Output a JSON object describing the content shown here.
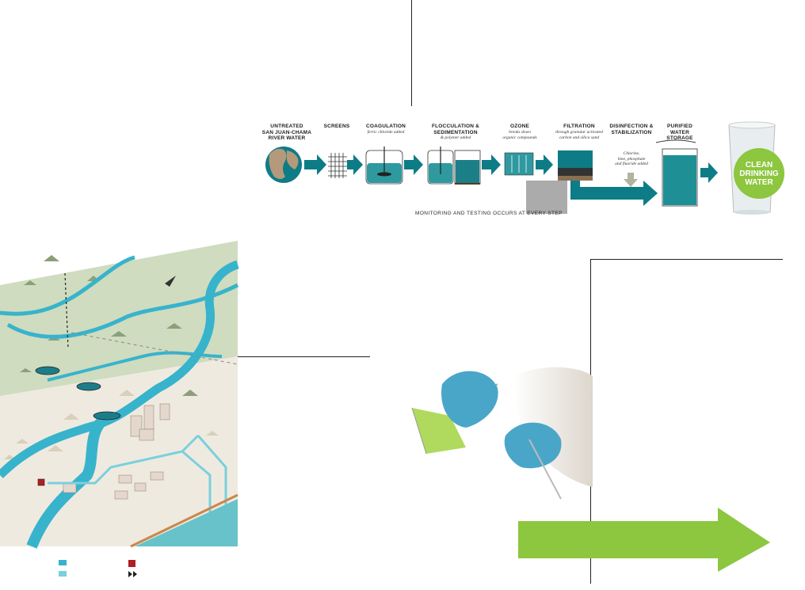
{
  "process": {
    "steps": [
      {
        "label": "UNTREATED\nSAN JUAN-CHAMA\nRIVER WATER",
        "sub": ""
      },
      {
        "label": "SCREENS",
        "sub": ""
      },
      {
        "label": "COAGULATION",
        "sub": "ferric chloride added"
      },
      {
        "label": "FLOCCULATION &\nSEDIMENTATION",
        "sub": "& polymer added"
      },
      {
        "label": "OZONE",
        "sub": "breaks down\norganic compounds"
      },
      {
        "label": "FILTRATION",
        "sub": "through granular activated\ncarbon and silica sand"
      },
      {
        "label": "DISINFECTION &\nSTABILIZATION",
        "sub": "Chlorine,\nlime, phosphate\nand fluoride added"
      },
      {
        "label": "PURIFIED\nWATER\nSTORAGE",
        "sub": ""
      }
    ],
    "monitoring_note": "MONITORING AND TESTING OCCURS AT EVERY STEP",
    "result_label": "CLEAN\nDRINKING\nWATER"
  },
  "colors": {
    "teal": "#0e7c86",
    "teal_light": "#4fb3b8",
    "green": "#8dc63f",
    "map_land": "#efeae0",
    "map_upland": "#c9d9b9",
    "river": "#38b3cc"
  },
  "icons": [
    "globe-icon",
    "screen-grid-icon",
    "tank-icon",
    "glass-icon",
    "north-arrow-icon",
    "lab-photo"
  ]
}
